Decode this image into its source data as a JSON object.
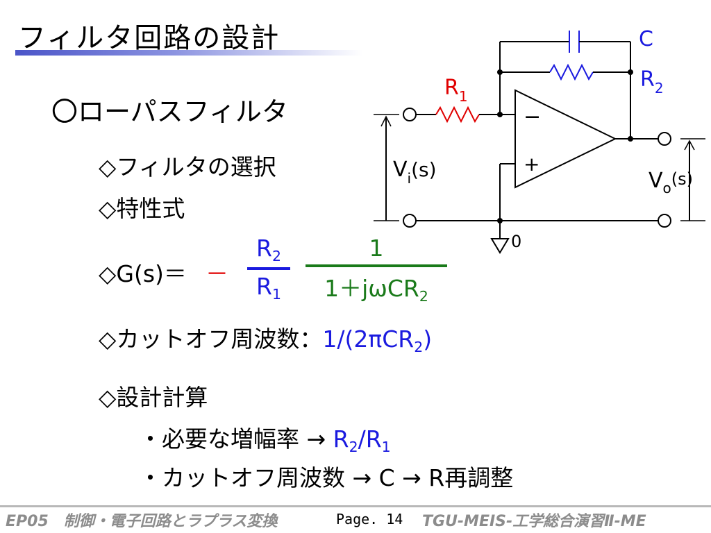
{
  "slide": {
    "title": "フィルタ回路の設計",
    "heading": "〇ローパスフィルタ",
    "bullets": {
      "select": "◇フィルタの選択",
      "characteristic": "◇特性式",
      "g_label": "◇G(s)＝",
      "cutoff_label": "◇カットオフ周波数：",
      "cutoff_formula": "1/(2πCR",
      "cutoff_sub": "2",
      "cutoff_close": ")",
      "design_calc": "◇設計計算"
    },
    "formula": {
      "minus": "－",
      "frac1_num": "R",
      "frac1_num_sub": "2",
      "frac1_den": "R",
      "frac1_den_sub": "1",
      "frac2_num": "1",
      "frac2_den": "1＋jωCR",
      "frac2_den_sub": "2"
    },
    "steps": {
      "gain_label": "・必要な増幅率 →",
      "gain_value": "R",
      "gain_value_sub1": "2",
      "gain_value_mid": "/R",
      "gain_value_sub2": "1",
      "cutoff_step": "・カットオフ周波数 → C → R再調整"
    }
  },
  "circuit": {
    "label_c": "C",
    "label_r1": "R",
    "label_r1_sub": "1",
    "label_r2": "R",
    "label_r2_sub": "2",
    "label_vi": "V",
    "label_vi_sub": "i",
    "label_vi_rest": "(s)",
    "label_vo": "V",
    "label_vo_sub": "o",
    "label_vo_rest": "(s)",
    "label_ground": "0",
    "minus_sign": "−",
    "plus_sign": "+"
  },
  "footer": {
    "left": "EP05　制御・電子回路とラプラス変換",
    "page": "Page. 14",
    "right": "TGU-MEIS-工学総合演習Ⅱ-ME"
  },
  "colors": {
    "title_rule": "#4b55c8",
    "blue": "#1a1adf",
    "red": "#e00000",
    "green": "#1a7a1a"
  }
}
